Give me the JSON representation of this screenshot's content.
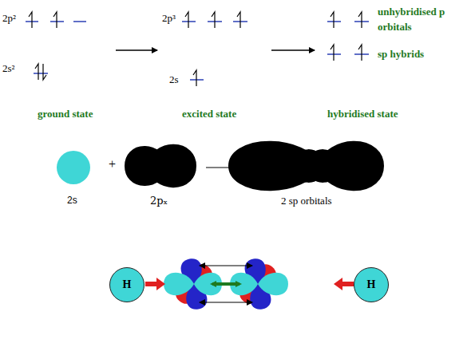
{
  "diagram": {
    "nodes": [
      {
        "text": [
          "H"
        ]
      },
      {
        "text": [
          "H"
        ]
      }
    ],
    "labels": [
      "2p²",
      "2s²",
      "ground state",
      "2p³",
      "2s",
      "excited state",
      "unhybridised p orbitals",
      "sp hybrids",
      "hybridised state",
      "2s",
      "+",
      "2pₓ",
      "2 sp orbitals"
    ]
  }
}
